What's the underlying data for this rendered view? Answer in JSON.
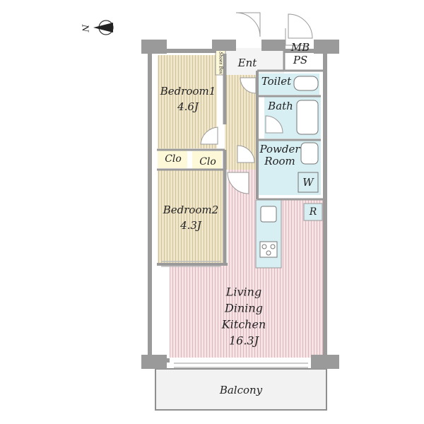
{
  "compass": {
    "label": "N"
  },
  "rooms": {
    "entrance": "Ent",
    "shoes_box": "Shoes Box",
    "mb_ps_line1": "MB",
    "mb_ps_line2": "PS",
    "toilet": "Toilet",
    "bath": "Bath",
    "powder_line1": "Powder",
    "powder_line2": "Room",
    "washer": "W",
    "bedroom1_name": "Bedroom1",
    "bedroom1_size": "4.6J",
    "closet1": "Clo",
    "closet2": "Clo",
    "bedroom2_name": "Bedroom2",
    "bedroom2_size": "4.3J",
    "refrigerator": "R",
    "ldk_line1": "Living",
    "ldk_line2": "Dining",
    "ldk_line3": "Kitchen",
    "ldk_size": "16.3J",
    "balcony": "Balcony"
  },
  "colors": {
    "bedroom_fill": "#efe6cc",
    "ldk_fill": "#f6e3e6",
    "wet_fill": "#d7eef3",
    "closet_fill": "#fdf9d8",
    "wall": "#9a9a9a",
    "balcony_fill": "#f2f2f2"
  }
}
